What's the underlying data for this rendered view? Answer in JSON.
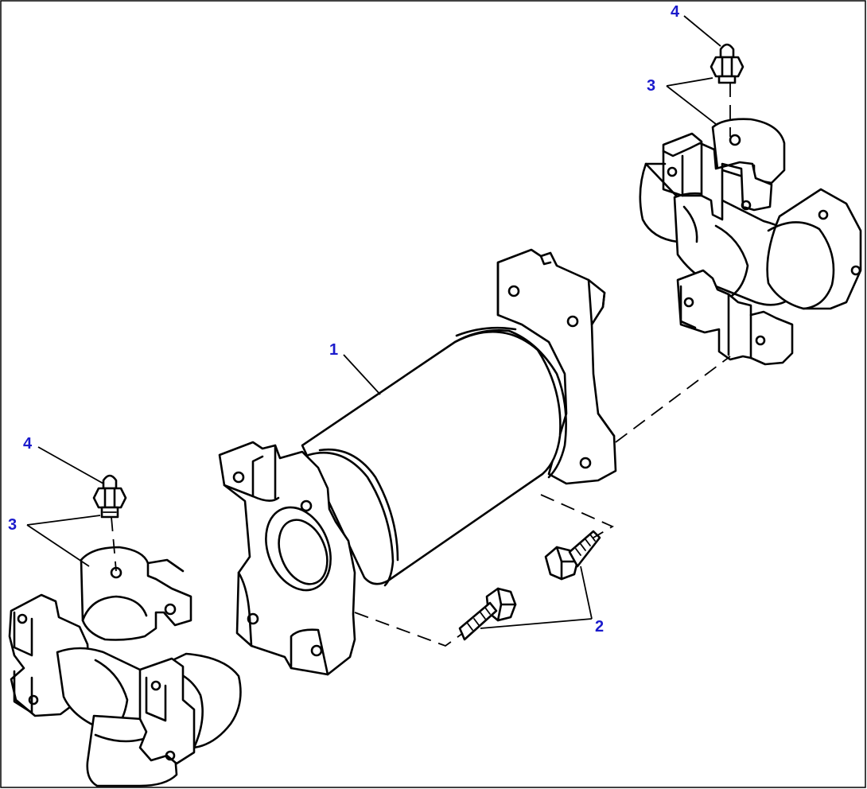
{
  "diagram": {
    "callouts": [
      {
        "id": "callout-1",
        "text": "1"
      },
      {
        "id": "callout-2",
        "text": "2"
      },
      {
        "id": "callout-3-top",
        "text": "3"
      },
      {
        "id": "callout-4-top",
        "text": "4"
      },
      {
        "id": "callout-3-bottom",
        "text": "3"
      },
      {
        "id": "callout-4-bottom",
        "text": "4"
      }
    ],
    "colors": {
      "callout": "#1a1acc",
      "line": "#000000",
      "background": "#ffffff"
    }
  }
}
